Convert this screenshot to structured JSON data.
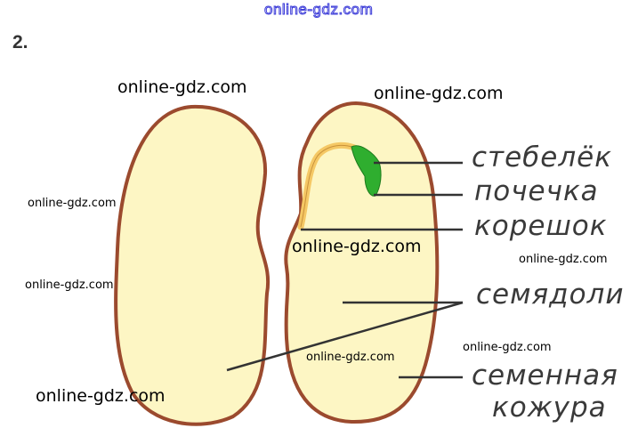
{
  "task_number": "2.",
  "watermark_top": "online-gdz.com",
  "watermarks": [
    "online-gdz.com",
    "online-gdz.com",
    "online-gdz.com",
    "online-gdz.com",
    "online-gdz.com",
    "online-gdz.com",
    "online-gdz.com",
    "online-gdz.com",
    "online-gdz.com"
  ],
  "labels": {
    "stem": "стебелёк",
    "bud": "почечка",
    "root": "корешок",
    "cotyledons": "семядоли",
    "seed_coat_1": "семенная",
    "seed_coat_2": "кожура"
  },
  "colors": {
    "seed_coat": "#9b4a2e",
    "cotyledon": "#fdf6c4",
    "embryo_stem": "#f5c865",
    "bud": "#2fae2f"
  }
}
